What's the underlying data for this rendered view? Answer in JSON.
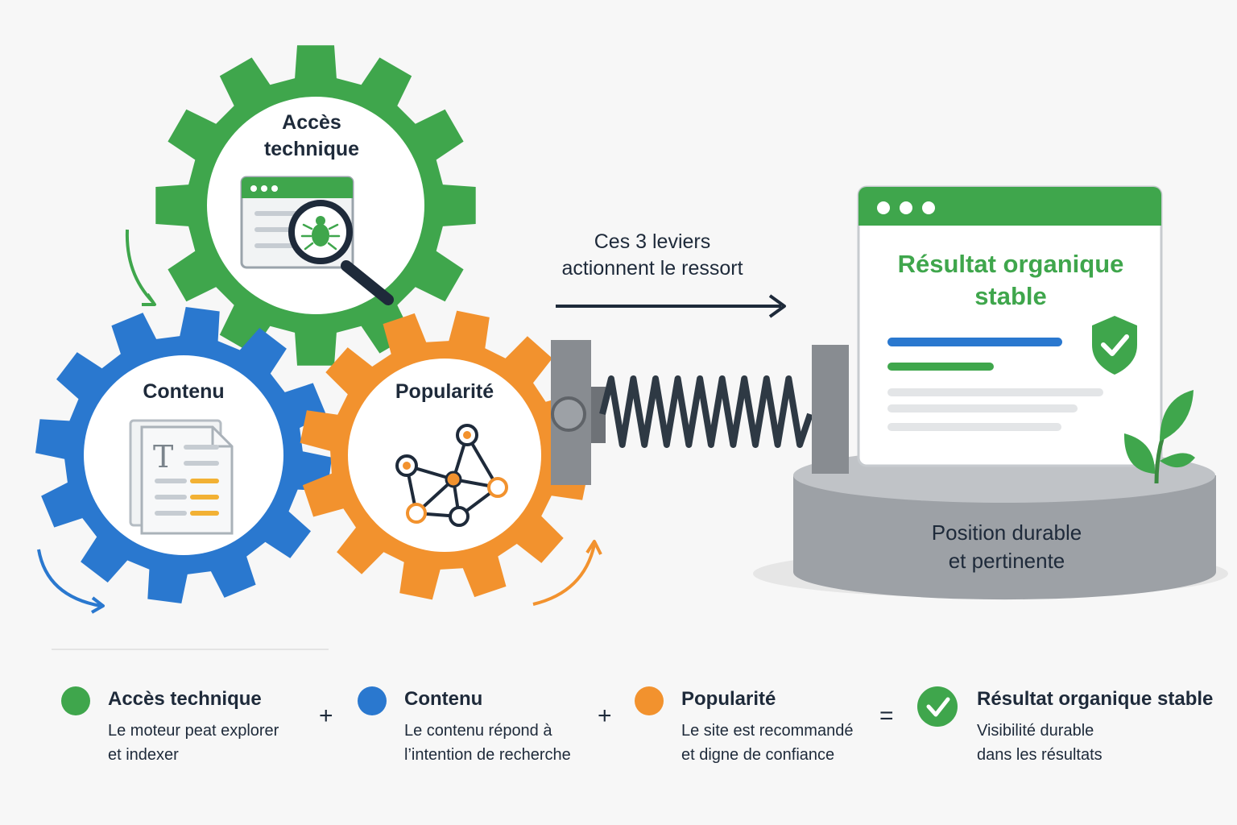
{
  "gears": {
    "tech": {
      "title_line1": "Accès",
      "title_line2": "technique",
      "color": "#3fa64c"
    },
    "content": {
      "title": "Contenu",
      "color": "#2a78cf",
      "doc_icon_letter": "T"
    },
    "pop": {
      "title": "Popularité",
      "color": "#f2922e"
    }
  },
  "arrow": {
    "line1": "Ces 3 leviers",
    "line2": "actionnent le ressort"
  },
  "result": {
    "title_line1": "Résultat organique",
    "title_line2": "stable",
    "accent": "#3fa64c"
  },
  "base": {
    "line1": "Position durable",
    "line2": "et pertinente"
  },
  "legend": {
    "items": [
      {
        "title": "Accès technique",
        "desc_line1": "Le moteur peat explorer",
        "desc_line2": "et indexer",
        "color": "#3fa64c"
      },
      {
        "title": "Contenu",
        "desc_line1": "Le contenu répond à",
        "desc_line2": "l’intention de recherche",
        "color": "#2a78cf"
      },
      {
        "title": "Popularité",
        "desc_line1": "Le site est recommandé",
        "desc_line2": "et digne de confiance",
        "color": "#f2922e"
      },
      {
        "title": "Résultat organique stable",
        "desc_line1": "Visibilité durable",
        "desc_line2": "dans les résultats",
        "color": "#3fa64c"
      }
    ],
    "operators": [
      "+",
      "+",
      "="
    ]
  }
}
